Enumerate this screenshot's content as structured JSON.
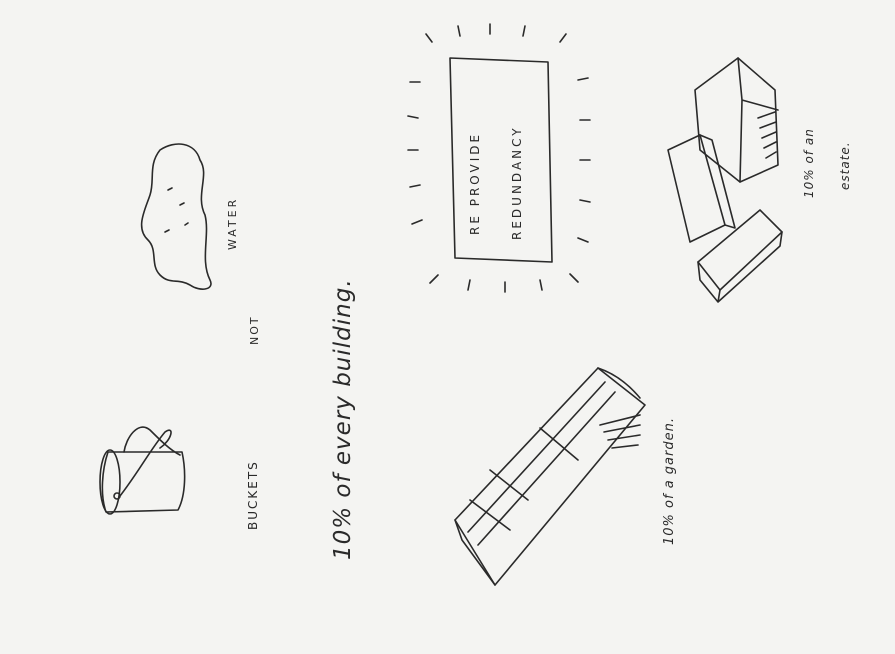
{
  "labels": {
    "buckets": "BUCKETS",
    "not": "NOT",
    "water": "WATER",
    "building": "10% of every building.",
    "garden": "10% of a garden.",
    "cubes_line1": "10% of an",
    "cubes_line2": "estate.",
    "box_line1": "RE PROVIDE",
    "box_line2": "REDUNDANCY"
  },
  "colors": {
    "paper": "#f4f4f2",
    "ink": "#2a2a2a"
  },
  "icons": [
    "bucket-icon",
    "puddle-icon",
    "garden-bed-icon",
    "concrete-blocks-icon"
  ]
}
